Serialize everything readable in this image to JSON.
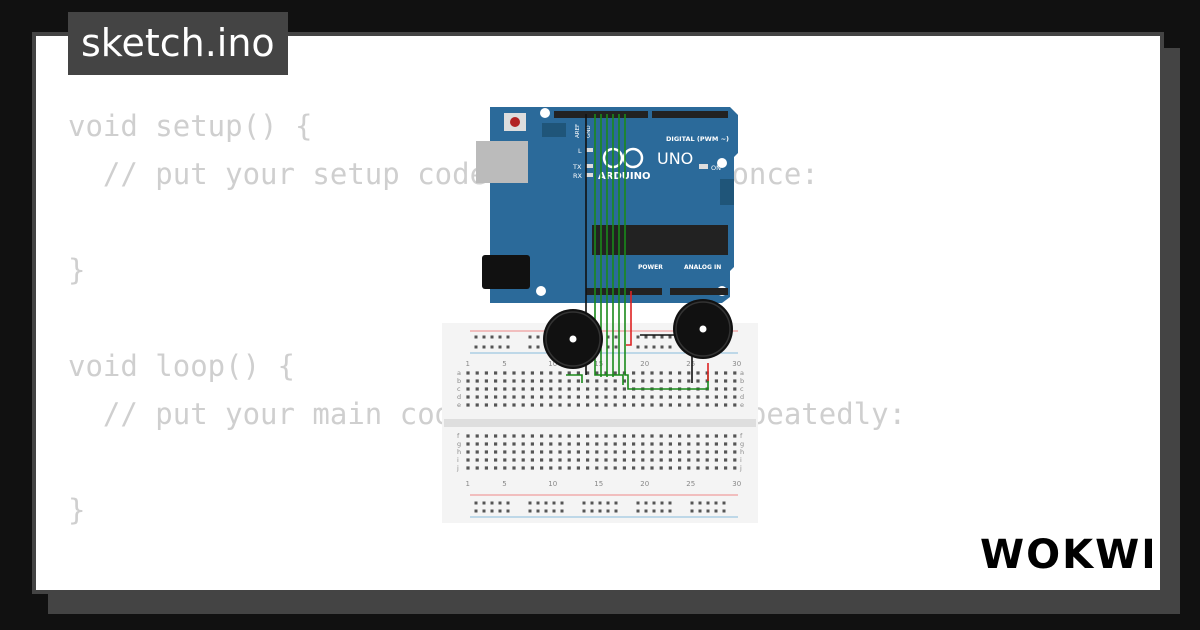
{
  "tab": {
    "filename": "sketch.ino"
  },
  "code_lines": [
    "void setup() {",
    "  // put your setup code here, to run once:",
    "",
    "}",
    "",
    "void loop() {",
    "  // put your main code here, to run repeatedly:",
    "",
    "}"
  ],
  "board": {
    "name": "UNO",
    "brand": "ARDUINO",
    "digital_label": "DIGITAL (PWM ~)",
    "power_label": "POWER",
    "analog_label": "ANALOG IN",
    "on_label": "ON",
    "tx_label": "TX",
    "rx_label": "RX",
    "l_label": "L",
    "aref_label": "AREF",
    "gnd_label": "GND"
  },
  "breadboard": {
    "column_numbers": [
      "1",
      "5",
      "10",
      "15",
      "20",
      "25",
      "30"
    ],
    "row_letters_top": [
      "a",
      "b",
      "c",
      "d",
      "e"
    ],
    "row_letters_bottom": [
      "f",
      "g",
      "h",
      "i",
      "j"
    ]
  },
  "brand_logo": "WOKWI",
  "colors": {
    "background": "#111111",
    "card": "#ffffff",
    "tab": "#444444",
    "code_text": "#cfcfcf",
    "board_blue": "#2b6a9a",
    "wire_green": "#1a8a1a",
    "wire_red": "#dd2222",
    "wire_black": "#111111"
  }
}
